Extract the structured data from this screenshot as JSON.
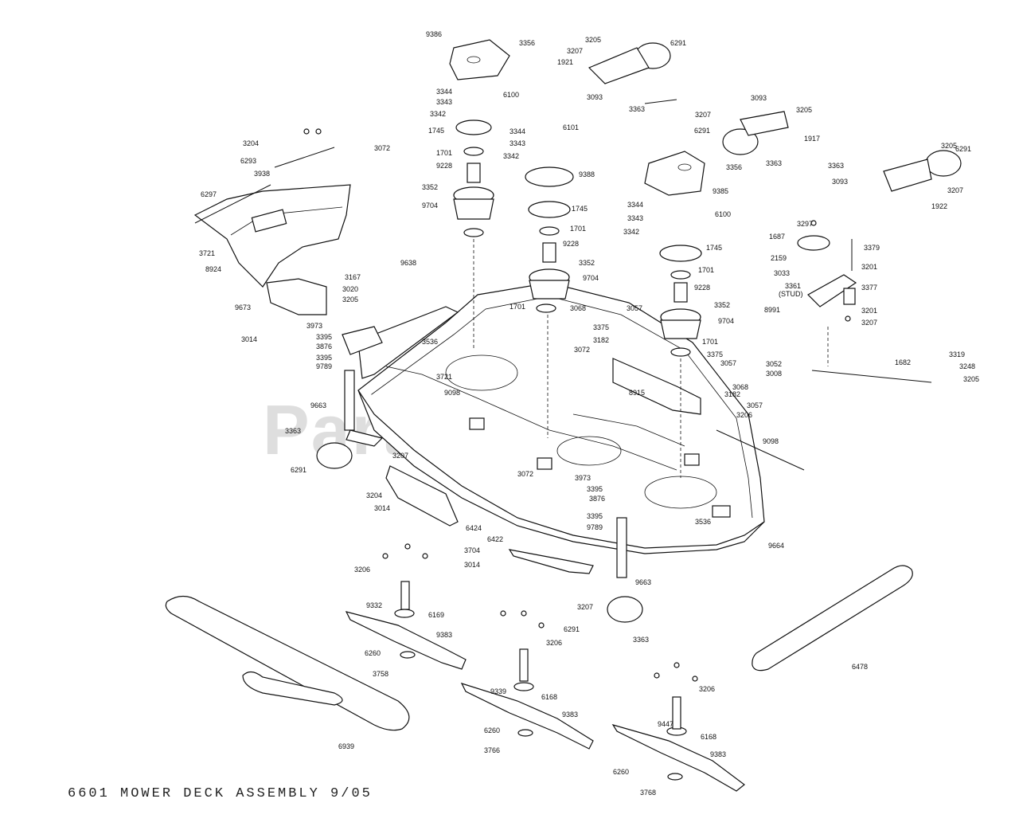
{
  "diagram": {
    "caption": "6601 MOWER DECK ASSEMBLY   9/05",
    "watermark": "PartsTree",
    "labels": [
      "9386",
      "3356",
      "3205",
      "6291",
      "3207",
      "1921",
      "3093",
      "3363",
      "3344",
      "3343",
      "3342",
      "6100",
      "1745",
      "1701",
      "9228",
      "3352",
      "9704",
      "3344",
      "3343",
      "3342",
      "6101",
      "9388",
      "1745",
      "1701",
      "9228",
      "3352",
      "9704",
      "1701",
      "3207",
      "3093",
      "3205",
      "6291",
      "1917",
      "3363",
      "3356",
      "9385",
      "3344",
      "3343",
      "3342",
      "6100",
      "1745",
      "1701",
      "9228",
      "3352",
      "9704",
      "1701",
      "3363",
      "3093",
      "3205",
      "6291",
      "3207",
      "1922",
      "3297",
      "1687",
      "2159",
      "3033",
      "3361",
      "(STUD)",
      "8991",
      "3379",
      "3201",
      "3377",
      "3201",
      "3207",
      "3204",
      "6293",
      "3938",
      "3072",
      "6297",
      "3721",
      "8924",
      "9673",
      "3014",
      "3167",
      "3020",
      "3205",
      "9638",
      "3973",
      "3395",
      "3876",
      "3395",
      "9789",
      "3536",
      "3721",
      "9098",
      "9663",
      "3363",
      "6291",
      "3207",
      "3204",
      "3014",
      "6424",
      "3068",
      "3057",
      "3375",
      "3182",
      "3072",
      "8915",
      "3375",
      "3057",
      "3068",
      "3182",
      "3057",
      "3206",
      "3052",
      "3008",
      "1682",
      "3319",
      "3248",
      "3205",
      "9098",
      "3072",
      "3973",
      "3395",
      "3876",
      "3395",
      "9789",
      "3536",
      "9664",
      "6422",
      "3704",
      "3014",
      "3206",
      "9663",
      "3207",
      "6291",
      "3363",
      "9332",
      "6169",
      "9383",
      "6260",
      "3758",
      "3206",
      "9339",
      "6168",
      "9383",
      "6260",
      "3766",
      "3206",
      "9447",
      "6168",
      "9383",
      "6260",
      "3768",
      "6939",
      "6478"
    ]
  }
}
